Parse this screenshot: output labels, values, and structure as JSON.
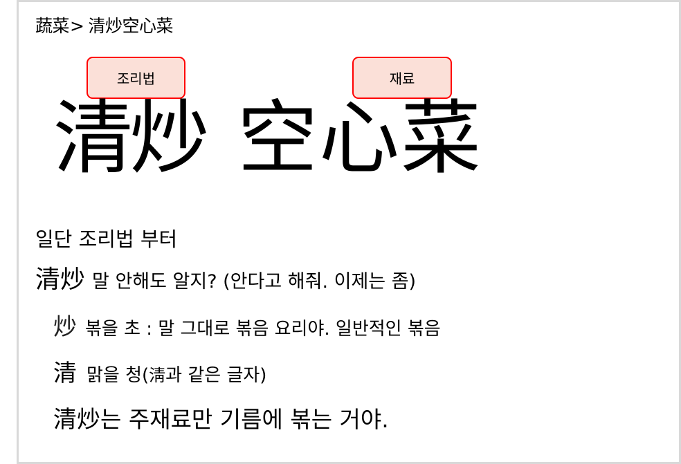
{
  "breadcrumb": {
    "category": "蔬菜",
    "separator": ">",
    "current": "清炒空心菜"
  },
  "tags": {
    "recipe": "조리법",
    "ingredients": "재료"
  },
  "title": {
    "method": "清炒",
    "dish": "空心菜"
  },
  "body": {
    "intro": "일단 조리법 부터",
    "line2": {
      "hanja": "清炒",
      "text": "말 안해도 알지? (안다고 해줘. 이제는 좀)"
    },
    "line3": {
      "hanja": "炒",
      "text": "볶을 초 : 말 그대로 볶음 요리야. 일반적인 볶음"
    },
    "line4": {
      "hanja": "清",
      "text_before": "맑을 청(",
      "hanja_variant": "淸",
      "text_after": "과 같은 글자)"
    },
    "line5": {
      "hanja": "清炒",
      "text": "는 주재료만 기름에 볶는 거야."
    }
  },
  "colors": {
    "tag_fill": "#fbe0d8",
    "tag_border": "#ff0000",
    "frame_border": "#d9d9d9"
  }
}
